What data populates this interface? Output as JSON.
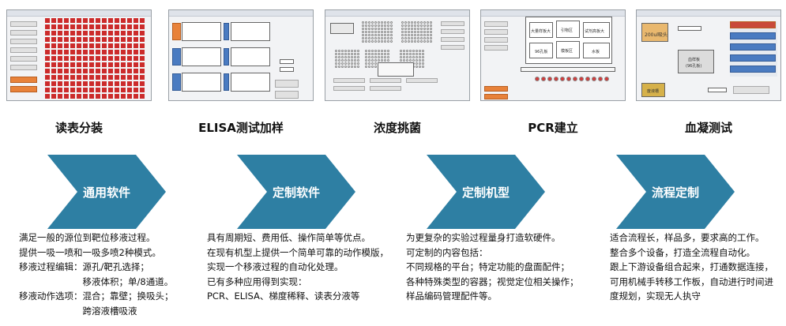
{
  "captions": [
    "读表分装",
    "ELISA测试加样",
    "浓度挑菌",
    "PCR建立",
    "血凝测试"
  ],
  "stages": [
    {
      "label": "通用软件",
      "color": "#2e7fa3"
    },
    {
      "label": "定制软件",
      "color": "#2e7fa3"
    },
    {
      "label": "定制机型",
      "color": "#2e7fa3"
    },
    {
      "label": "流程定制",
      "color": "#2e7fa3"
    }
  ],
  "descriptions": [
    [
      "满足一般的源位到靶位移液过程。",
      "提供一吸一喷和一吸多喷2种模式。",
      "移液过程编辑：源孔/靶孔选择；",
      "　　　　　　　移液体积；单/8通道。",
      "移液动作选项：混合；靠壁；换吸头；",
      "　　　　　　　跨溶液槽吸液"
    ],
    [
      "具有周期短、费用低、操作简单等优点。",
      "在现有机型上提供一个简单可靠的动作模版，",
      "实现一个移液过程的自动化处理。",
      "已有多种应用得到实现：",
      "PCR、ELISA、梯度稀释、读表分液等"
    ],
    [
      "为更复杂的实验过程量身打造软硬件。",
      "可定制的内容包括：",
      "不同规格的平台；特定功能的盘面配件；",
      "各种特殊类型的容器；视觉定位相关操作；",
      "样品编码管理配件等。"
    ],
    [
      "适合流程长，样品多，要求高的工作。",
      "整合多个设备，打造全流程自动化。",
      "跟上下游设备组合起来，打通数据连接，",
      "可用机械手转移工作板，自动进行时间进",
      "度规划，实现无人执守"
    ]
  ],
  "thumb_texts": {
    "pcr_zones": [
      "大量样板大",
      "引物区",
      "试剂高板大",
      "96孔板",
      "模板区",
      "水板"
    ],
    "blood_top": "200ul吸头",
    "blood_center": [
      "血样板",
      "(96孔板)"
    ],
    "blood_bottom_left": "废液槽"
  }
}
